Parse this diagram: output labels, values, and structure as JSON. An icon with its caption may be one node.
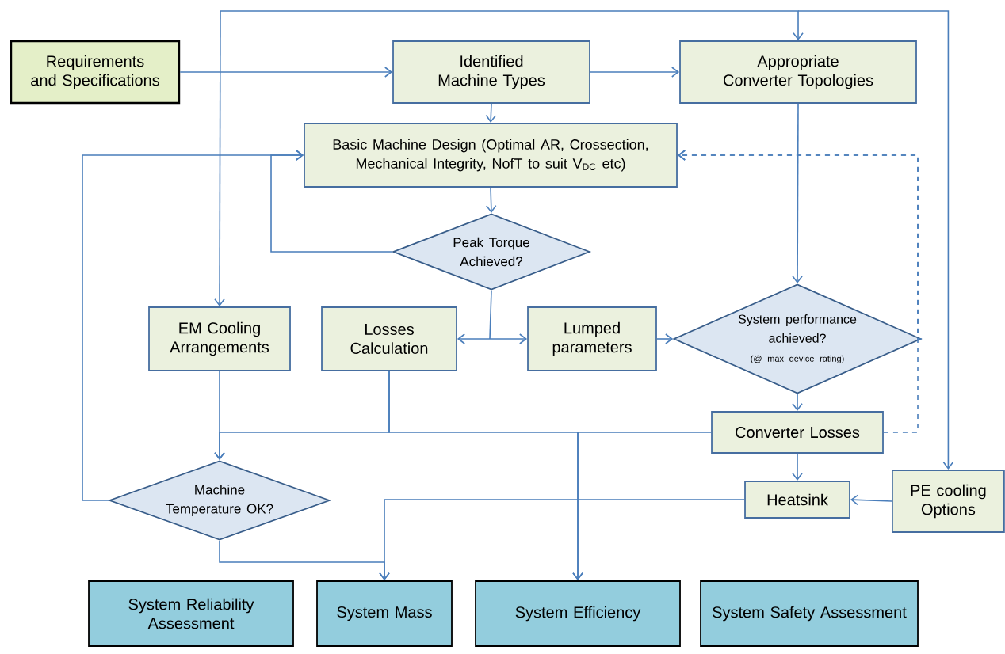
{
  "diagram": {
    "nodes": [
      {
        "text": [
          "Requirements and Specifications"
        ]
      },
      {
        "text": [
          "Identified Machine Types"
        ]
      },
      {
        "text": [
          "Appropriate Converter Topologies"
        ]
      },
      {
        "text": [
          "Basic Machine Design (Optimal AR, Crossection, Mechanical Integrity, NofT to suit V$_{DC}$ etc)"
        ]
      },
      {
        "text": [
          "Peak Torque Achieved?"
        ]
      },
      {
        "text": [
          "EM Cooling Arrangements"
        ]
      },
      {
        "text": [
          "Losses Calculation"
        ]
      },
      {
        "text": [
          "Lumped parameters"
        ]
      },
      {
        "text": [
          "System performance achieved?",
          "(@ max device rating)"
        ]
      },
      {
        "text": [
          "Converter Losses"
        ]
      },
      {
        "text": [
          "Heatsink"
        ]
      },
      {
        "text": [
          "PE cooling Options"
        ]
      },
      {
        "text": [
          "Machine Temperature OK?"
        ]
      },
      {
        "text": [
          "System Reliability Assessment"
        ]
      },
      {
        "text": [
          "System Mass"
        ]
      },
      {
        "text": [
          "System Efficiency"
        ]
      },
      {
        "text": [
          "System Safety Assessment"
        ]
      }
    ],
    "edges": [
      {
        "from": 0,
        "to": 1,
        "arrow": "to"
      },
      {
        "from": 1,
        "to": 2,
        "arrow": "to"
      },
      {
        "from": 1,
        "to": 3,
        "arrow": "to"
      },
      {
        "from": 3,
        "to": 4,
        "arrow": "to"
      },
      {
        "from": 4,
        "to": 3,
        "arrow": "to"
      },
      {
        "from": 4,
        "to": 6,
        "arrow": "to"
      },
      {
        "from": 4,
        "to": 7,
        "arrow": "to"
      },
      {
        "from": 7,
        "to": 8,
        "arrow": "to"
      },
      {
        "from": 2,
        "to": 8,
        "arrow": "to"
      },
      {
        "from": 8,
        "to": 9,
        "arrow": "to"
      },
      {
        "from": 8,
        "to": 3,
        "arrow": "to",
        "style": "dashed"
      },
      {
        "from": 9,
        "to": 3,
        "arrow": "to",
        "style": "dashed"
      },
      {
        "from": null,
        "to": 5,
        "arrow": "to"
      },
      {
        "from": null,
        "to": 2,
        "arrow": "to"
      },
      {
        "from": null,
        "to": 11,
        "arrow": "to"
      },
      {
        "from": 9,
        "to": 10,
        "arrow": "to"
      },
      {
        "from": 11,
        "to": 10,
        "arrow": "to"
      },
      {
        "from": 10,
        "to": 14,
        "arrow": "to"
      },
      {
        "from": 12,
        "to": 14,
        "arrow": "to"
      },
      {
        "from": 5,
        "to": 12,
        "arrow": "to"
      },
      {
        "from": 6,
        "to": 12,
        "arrow": "to"
      },
      {
        "from": 6,
        "to": 15,
        "arrow": "to"
      },
      {
        "from": 9,
        "to": 15,
        "arrow": "to"
      },
      {
        "from": 12,
        "to": 3,
        "arrow": "to"
      }
    ]
  }
}
